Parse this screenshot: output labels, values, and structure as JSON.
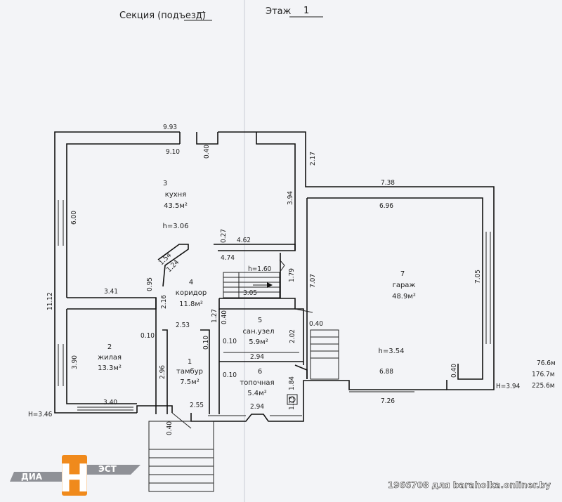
{
  "header": {
    "section_label": "Секция (подъезд)",
    "section_value": "—",
    "floor_label": "Этаж",
    "floor_value": "1"
  },
  "rooms": [
    {
      "no": "3",
      "name": "кухня",
      "area": "43.5м²",
      "height": "h=3.06"
    },
    {
      "no": "4",
      "name": "коридор",
      "area": "11.8м²"
    },
    {
      "no": "2",
      "name": "жилая",
      "area": "13.3м²"
    },
    {
      "no": "1",
      "name": "тамбур",
      "area": "7.5м²"
    },
    {
      "no": "5",
      "name": "сан.узел",
      "area": "5.9м²"
    },
    {
      "no": "6",
      "name": "топочная",
      "area": "5.4м²"
    },
    {
      "no": "7",
      "name": "гараж",
      "area": "48.9м²",
      "height": "h=3.54"
    }
  ],
  "dimensions": {
    "d993": "9.93",
    "d910": "9.10",
    "d040a": "0.40",
    "d217": "2.17",
    "d738": "7.38",
    "d696": "6.96",
    "d394a": "3.94",
    "d600": "6.00",
    "d027": "0.27",
    "d462": "4.62",
    "d474": "4.74",
    "d154": "1.54",
    "d124": "1.24",
    "d160": "h=1.60",
    "d179": "1.79",
    "d095": "0.95",
    "d341": "3.41",
    "d216": "2.16",
    "d305": "3.05",
    "d707": "7.07",
    "d705": "7.05",
    "d1112": "11.12",
    "d040b": "0.40",
    "d040c": "0.40",
    "d253": "2.53",
    "d127": "1.27",
    "d010a": "0.10",
    "d010b": "0.10",
    "d010c": "0.10",
    "d202": "2.02",
    "d294a": "2.94",
    "d010d": "0.10",
    "d390": "3.90",
    "d296": "2.96",
    "d184": "1.84",
    "d688": "6.88",
    "d040d": "0.40",
    "d340": "3.40",
    "d255": "2.55",
    "d294b": "2.94",
    "d113": "1.13",
    "d726": "7.26",
    "d040e": "0.40"
  },
  "levels": {
    "left": "H=3.46",
    "right": "H=3.94"
  },
  "totals": [
    "76.6м",
    "176.7м",
    "225.6м"
  ],
  "watermark": {
    "logo_left": "ДИА",
    "logo_letter": "Н",
    "logo_right": "ЭСТ",
    "caption": "1966708 для baraholka.onliner.by"
  },
  "colors": {
    "logo_orange": "#f08a1c",
    "logo_gray": "#7d7f86",
    "paper": "#f3f4f7",
    "ink": "#111111"
  }
}
